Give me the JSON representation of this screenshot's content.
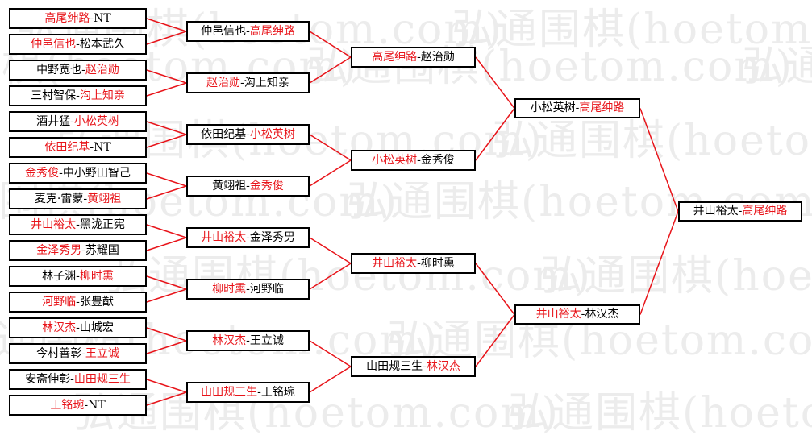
{
  "watermark": "弘通围棋(hoetom.com)",
  "colors": {
    "winner": "#e8141a",
    "loser": "#000000",
    "line": "#e8141a",
    "watermark": "#ececec"
  },
  "round1": [
    {
      "a": "高尾绅路",
      "b": "NT",
      "winner": "a"
    },
    {
      "a": "仲邑信也",
      "b": "松本武久",
      "winner": "a"
    },
    {
      "a": "中野宽也",
      "b": "赵治勋",
      "winner": "b"
    },
    {
      "a": "三村智保",
      "b": "沟上知亲",
      "winner": "b"
    },
    {
      "a": "酒井猛",
      "b": "小松英树",
      "winner": "b"
    },
    {
      "a": "依田纪基",
      "b": "NT",
      "winner": "a"
    },
    {
      "a": "金秀俊",
      "b": "中小野田智己",
      "winner": "a"
    },
    {
      "a": "麦克·雷蒙",
      "b": "黄翊祖",
      "winner": "b"
    },
    {
      "a": "井山裕太",
      "b": "黑泷正宪",
      "winner": "a"
    },
    {
      "a": "金泽秀男",
      "b": "苏耀国",
      "winner": "a"
    },
    {
      "a": "林子渊",
      "b": "柳时熏",
      "winner": "b"
    },
    {
      "a": "河野临",
      "b": "张豊猷",
      "winner": "a"
    },
    {
      "a": "林汉杰",
      "b": "山城宏",
      "winner": "a"
    },
    {
      "a": "今村善彰",
      "b": "王立诚",
      "winner": "b"
    },
    {
      "a": "安斋伸彰",
      "b": "山田规三生",
      "winner": "b"
    },
    {
      "a": "王铭琬",
      "b": "NT",
      "winner": "a"
    }
  ],
  "round2": [
    {
      "a": "仲邑信也",
      "b": "高尾绅路",
      "winner": "b"
    },
    {
      "a": "赵治勋",
      "b": "沟上知亲",
      "winner": "a"
    },
    {
      "a": "依田纪基",
      "b": "小松英树",
      "winner": "b"
    },
    {
      "a": "黄翊祖",
      "b": "金秀俊",
      "winner": "b"
    },
    {
      "a": "井山裕太",
      "b": "金泽秀男",
      "winner": "a"
    },
    {
      "a": "柳时熏",
      "b": "河野临",
      "winner": "a"
    },
    {
      "a": "林汉杰",
      "b": "王立诚",
      "winner": "a"
    },
    {
      "a": "山田规三生",
      "b": "王铭琬",
      "winner": "a"
    }
  ],
  "round3": [
    {
      "a": "高尾绅路",
      "b": "赵治勋",
      "winner": "a"
    },
    {
      "a": "小松英树",
      "b": "金秀俊",
      "winner": "a"
    },
    {
      "a": "井山裕太",
      "b": "柳时熏",
      "winner": "a"
    },
    {
      "a": "山田规三生",
      "b": "林汉杰",
      "winner": "b"
    }
  ],
  "round4": [
    {
      "a": "小松英树",
      "b": "高尾绅路",
      "winner": "b"
    },
    {
      "a": "井山裕太",
      "b": "林汉杰",
      "winner": "a"
    }
  ],
  "final": {
    "a": "井山裕太",
    "b": "高尾绅路",
    "winner": "b"
  }
}
